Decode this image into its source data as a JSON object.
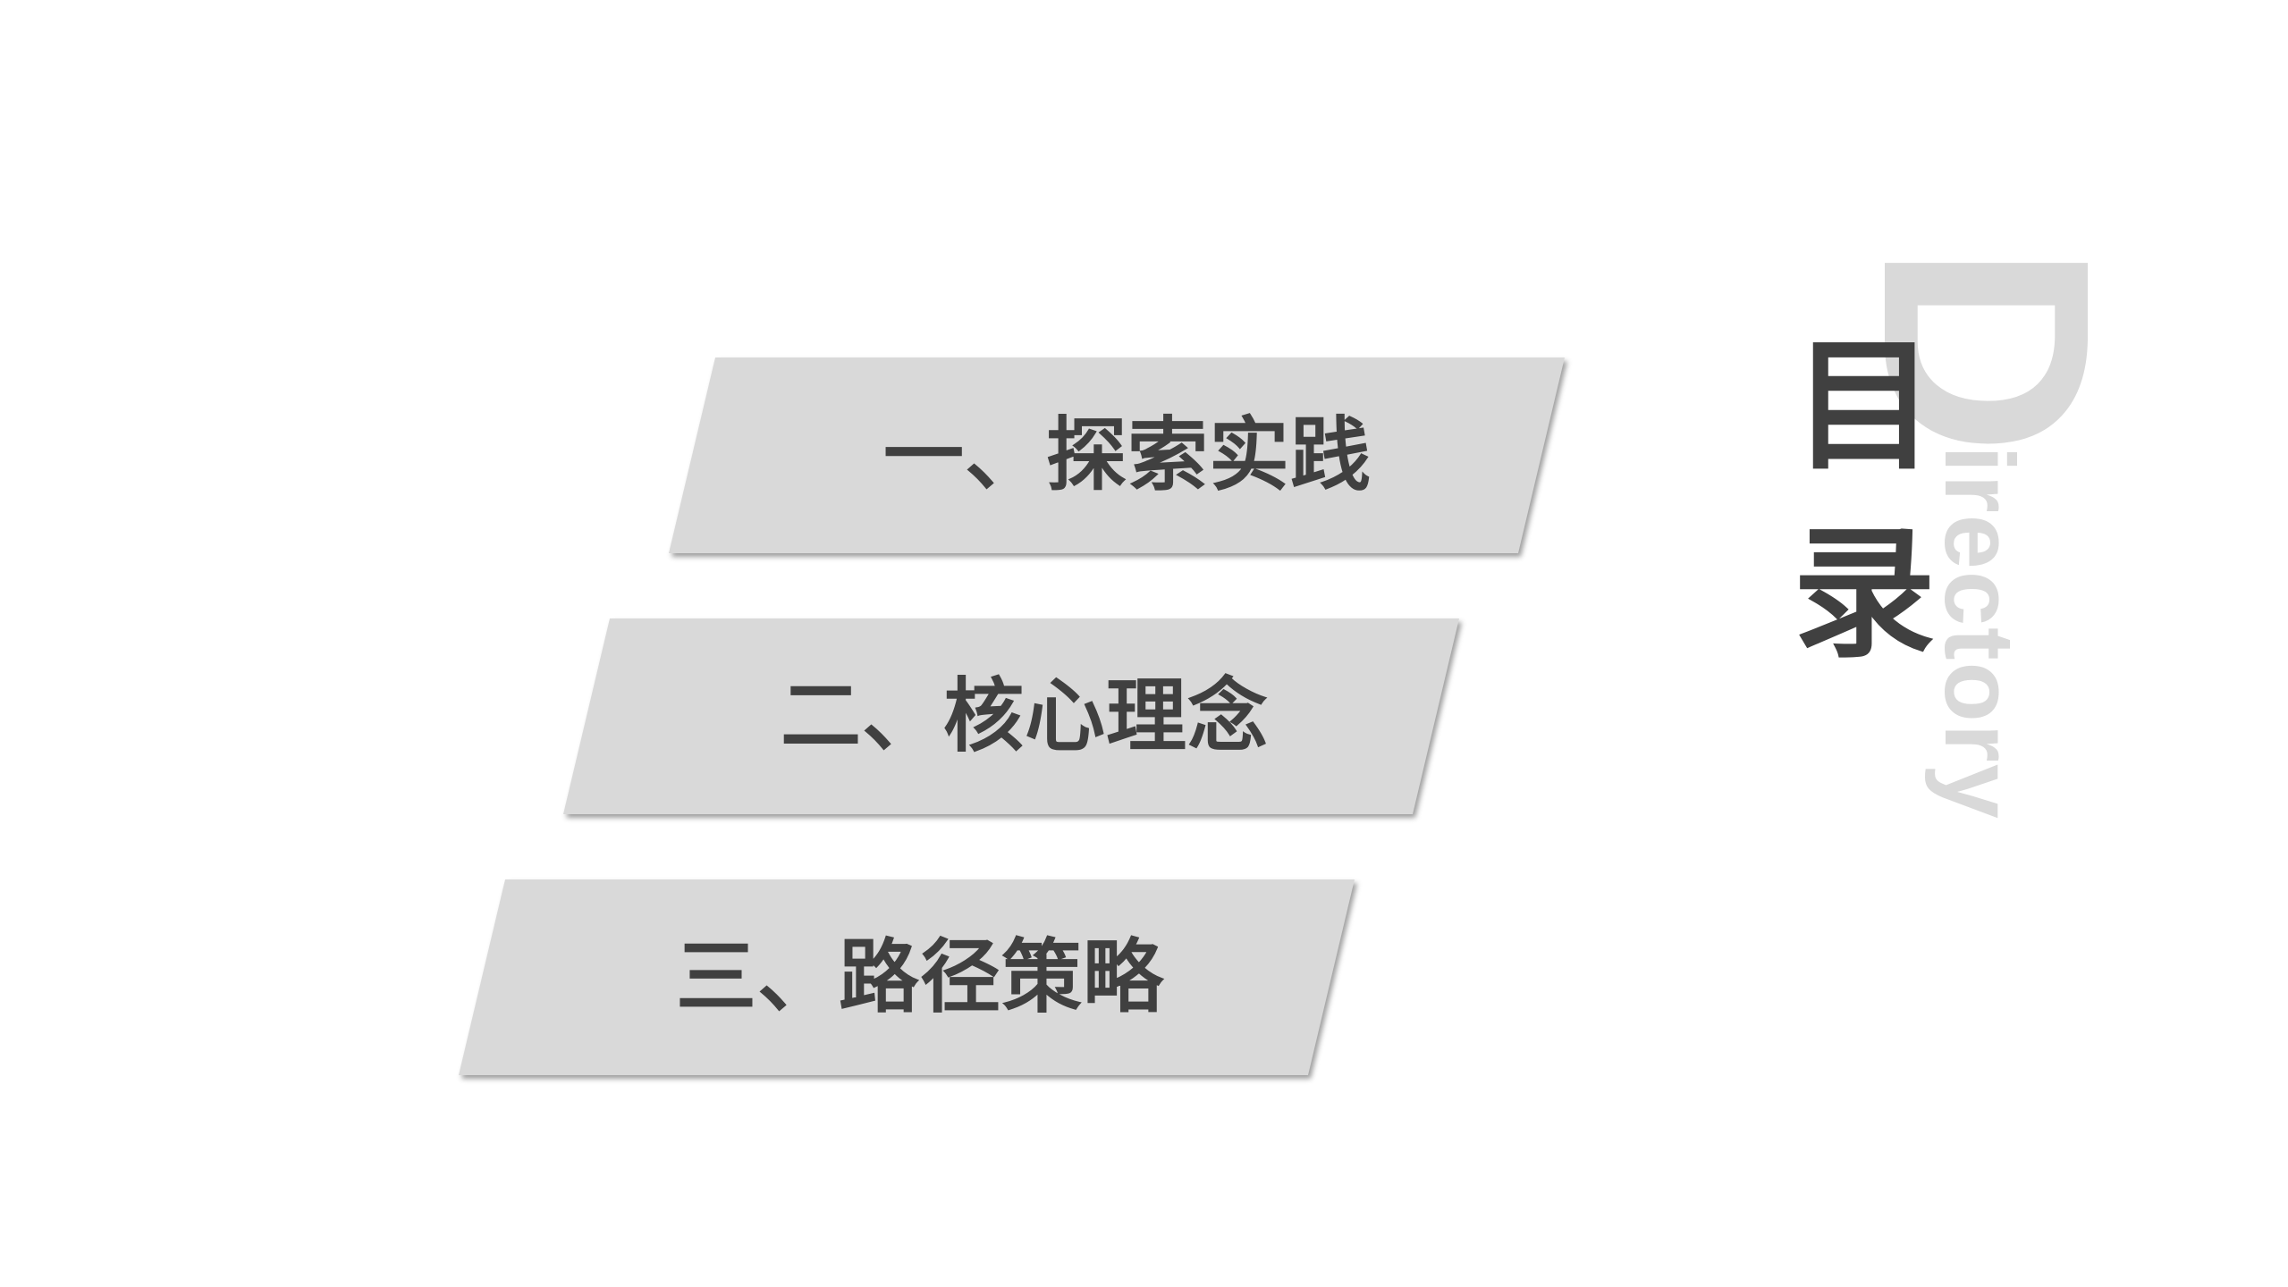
{
  "menu": {
    "items": [
      {
        "label": "一、探索实践"
      },
      {
        "label": "二、核心理念"
      },
      {
        "label": "三、路径策略"
      }
    ]
  },
  "heading": {
    "title_char_1": "目",
    "title_char_2": "录",
    "english_initial": "D",
    "english_rest": "irectory"
  },
  "colors": {
    "background": "#ffffff",
    "item_fill": "#d9d9d9",
    "text_dark": "#404040",
    "watermark_light": "#d9d9d9"
  }
}
